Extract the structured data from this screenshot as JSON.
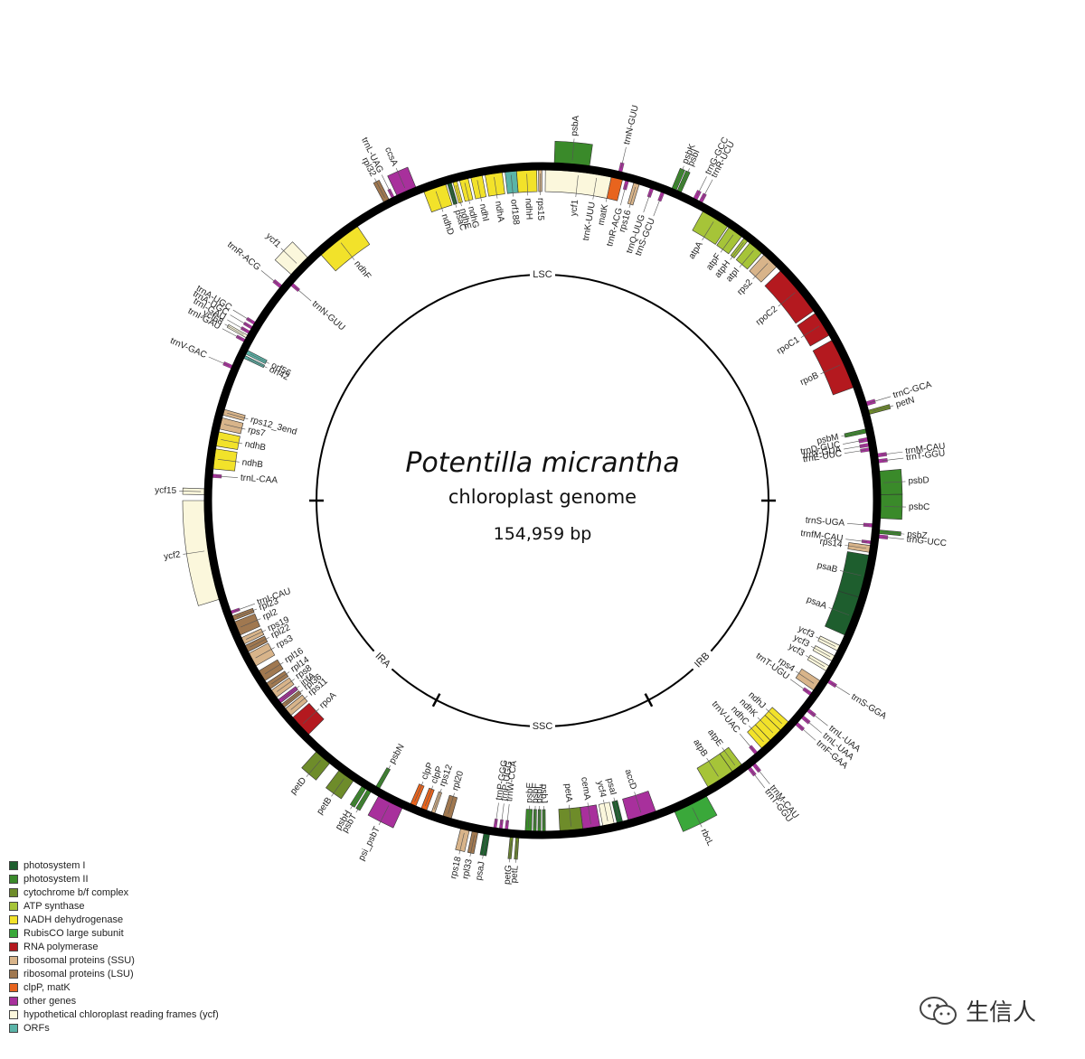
{
  "title": {
    "species": "Potentilla micrantha",
    "subtitle": "chloroplast genome",
    "size": "154,959 bp"
  },
  "regions": [
    {
      "name": "LSC",
      "angle": 0
    },
    {
      "name": "IRB",
      "angle": 135
    },
    {
      "name": "SSC",
      "angle": 180
    },
    {
      "name": "IRA",
      "angle": 225
    }
  ],
  "boundaries": [
    90,
    152,
    208,
    270
  ],
  "colors": {
    "photosystem_I": "#1e5e2e",
    "photosystem_II": "#3a8a2a",
    "cytochrome": "#6e8c2a",
    "atp": "#a6c438",
    "ndh": "#f2e22a",
    "rubisco": "#3aa83a",
    "rnapol": "#b4191f",
    "ssu": "#d8b48a",
    "lsu": "#a07850",
    "clpp": "#e8641e",
    "other": "#a8309c",
    "ycf": "#fbf7dc",
    "orf": "#5ab4a8",
    "trna": "#a8309c"
  },
  "legend": [
    {
      "label": "photosystem I",
      "key": "photosystem_I"
    },
    {
      "label": "photosystem II",
      "key": "photosystem_II"
    },
    {
      "label": "cytochrome b/f complex",
      "key": "cytochrome"
    },
    {
      "label": "ATP synthase",
      "key": "atp"
    },
    {
      "label": "NADH dehydrogenase",
      "key": "ndh"
    },
    {
      "label": "RubisCO large subunit",
      "key": "rubisco"
    },
    {
      "label": "RNA polymerase",
      "key": "rnapol"
    },
    {
      "label": "ribosomal proteins (SSU)",
      "key": "ssu"
    },
    {
      "label": "ribosomal proteins (LSU)",
      "key": "lsu"
    },
    {
      "label": "clpP, matK",
      "key": "clpp"
    },
    {
      "label": "other genes",
      "key": "other"
    },
    {
      "label": "hypothetical chloroplast reading frames (ycf)",
      "key": "ycf"
    },
    {
      "label": "ORFs",
      "key": "orf"
    }
  ],
  "genes": [
    {
      "name": "psbA",
      "start": 2,
      "end": 8,
      "outer": true,
      "key": "photosystem_II"
    },
    {
      "name": "trnK-UUU",
      "start": 9,
      "end": 10,
      "outer": false,
      "key": "trna"
    },
    {
      "name": "matK",
      "start": 10,
      "end": 14,
      "outer": false,
      "key": "clpp"
    },
    {
      "name": "rps16",
      "start": 16,
      "end": 17,
      "outer": false,
      "key": "ssu"
    },
    {
      "name": "trnQ-UUG",
      "start": 19,
      "end": 19.6,
      "outer": false,
      "key": "trna"
    },
    {
      "name": "trnS-GCU",
      "start": 21,
      "end": 21.6,
      "outer": false,
      "key": "trna"
    },
    {
      "name": "psbK",
      "start": 22.5,
      "end": 23.3,
      "outer": true,
      "key": "photosystem_II"
    },
    {
      "name": "psbI",
      "start": 23.5,
      "end": 24.2,
      "outer": true,
      "key": "photosystem_II"
    },
    {
      "name": "trnG-GCC",
      "start": 26.5,
      "end": 27.2,
      "outer": true,
      "key": "trna"
    },
    {
      "name": "trnR-UCU",
      "start": 27.6,
      "end": 28.2,
      "outer": true,
      "key": "trna"
    },
    {
      "name": "atpA",
      "start": 29,
      "end": 34,
      "outer": false,
      "key": "atp"
    },
    {
      "name": "atpF",
      "start": 34.3,
      "end": 37,
      "outer": false,
      "key": "atp"
    },
    {
      "name": "atpH",
      "start": 37.5,
      "end": 38.3,
      "outer": false,
      "key": "atp"
    },
    {
      "name": "atpI",
      "start": 38.8,
      "end": 41.5,
      "outer": false,
      "key": "atp"
    },
    {
      "name": "rps2",
      "start": 42,
      "end": 45,
      "outer": false,
      "key": "ssu"
    },
    {
      "name": "rpoC2",
      "start": 46,
      "end": 55,
      "outer": false,
      "key": "rnapol"
    },
    {
      "name": "rpoC1",
      "start": 55.5,
      "end": 60,
      "outer": false,
      "key": "rnapol"
    },
    {
      "name": "rpoB",
      "start": 61,
      "end": 70,
      "outer": false,
      "key": "rnapol"
    },
    {
      "name": "trnC-GCA",
      "start": 73,
      "end": 73.7,
      "outer": true,
      "key": "trna"
    },
    {
      "name": "petN",
      "start": 74.5,
      "end": 75.2,
      "outer": true,
      "key": "cytochrome"
    },
    {
      "name": "psbM",
      "start": 77.5,
      "end": 78.2,
      "outer": false,
      "key": "photosystem_II"
    },
    {
      "name": "trnD-GUC",
      "start": 79,
      "end": 79.7,
      "outer": false,
      "key": "trna"
    },
    {
      "name": "trnY-GUA",
      "start": 80,
      "end": 80.6,
      "outer": false,
      "key": "trna"
    },
    {
      "name": "trnE-UUC",
      "start": 80.8,
      "end": 81.4,
      "outer": false,
      "key": "trna"
    },
    {
      "name": "trnM-CAU",
      "start": 82,
      "end": 82.6,
      "outer": true,
      "key": "trna"
    },
    {
      "name": "trnT-GGU",
      "start": 83,
      "end": 83.6,
      "outer": true,
      "key": "trna"
    },
    {
      "name": "psbD",
      "start": 85,
      "end": 89,
      "outer": true,
      "key": "photosystem_II"
    },
    {
      "name": "psbC",
      "start": 89,
      "end": 93,
      "outer": true,
      "key": "photosystem_II"
    },
    {
      "name": "trnS-UGA",
      "start": 94,
      "end": 94.6,
      "outer": false,
      "key": "trna"
    },
    {
      "name": "psbZ",
      "start": 95,
      "end": 95.6,
      "outer": true,
      "key": "photosystem_II"
    },
    {
      "name": "trnG-UCC",
      "start": 95.8,
      "end": 96.4,
      "outer": true,
      "key": "trna"
    },
    {
      "name": "trnfM-CAU",
      "start": 97,
      "end": 97.5,
      "outer": false,
      "key": "trna"
    },
    {
      "name": "rps14",
      "start": 97.8,
      "end": 99,
      "outer": false,
      "key": "ssu"
    },
    {
      "name": "psaB",
      "start": 99.5,
      "end": 107,
      "outer": false,
      "key": "photosystem_I"
    },
    {
      "name": "psaA",
      "start": 107,
      "end": 114,
      "outer": false,
      "key": "photosystem_I"
    },
    {
      "name": "ycf3",
      "start": 116,
      "end": 117,
      "outer": false,
      "key": "ycf"
    },
    {
      "name": "ycf3",
      "start": 118,
      "end": 119,
      "outer": false,
      "key": "ycf"
    },
    {
      "name": "ycf3",
      "start": 120,
      "end": 121,
      "outer": false,
      "key": "ycf"
    },
    {
      "name": "trnS-GGA",
      "start": 122,
      "end": 122.6,
      "outer": true,
      "key": "trna"
    },
    {
      "name": "rps4",
      "start": 123,
      "end": 125,
      "outer": false,
      "key": "ssu"
    },
    {
      "name": "trnT-UGU",
      "start": 125.5,
      "end": 126.1,
      "outer": false,
      "key": "trna"
    },
    {
      "name": "trnL-UAA",
      "start": 128,
      "end": 128.6,
      "outer": true,
      "key": "trna"
    },
    {
      "name": "trnL-UAA",
      "start": 129.5,
      "end": 130.1,
      "outer": true,
      "key": "trna"
    },
    {
      "name": "trnF-GAA",
      "start": 131,
      "end": 131.6,
      "outer": true,
      "key": "trna"
    },
    {
      "name": "ndhJ",
      "start": 132,
      "end": 134,
      "outer": false,
      "key": "ndh"
    },
    {
      "name": "ndhK",
      "start": 134,
      "end": 136.5,
      "outer": false,
      "key": "ndh"
    },
    {
      "name": "ndhC",
      "start": 136.5,
      "end": 138.5,
      "outer": false,
      "key": "ndh"
    },
    {
      "name": "trnV-UAC",
      "start": 139.5,
      "end": 140.1,
      "outer": false,
      "key": "trna"
    },
    {
      "name": "trnM-CAU",
      "start": 141,
      "end": 141.6,
      "outer": true,
      "key": "trna"
    },
    {
      "name": "trnT-GGU",
      "start": 142,
      "end": 142.6,
      "outer": true,
      "key": "trna"
    },
    {
      "name": "atpE",
      "start": 143,
      "end": 145,
      "outer": false,
      "key": "atp"
    },
    {
      "name": "atpB",
      "start": 145,
      "end": 150,
      "outer": false,
      "key": "atp"
    },
    {
      "name": "rbcL",
      "start": 151,
      "end": 157,
      "outer": true,
      "key": "rubisco"
    },
    {
      "name": "accD",
      "start": 160,
      "end": 165,
      "outer": false,
      "key": "other"
    },
    {
      "name": "psaI",
      "start": 166,
      "end": 167,
      "outer": false,
      "key": "photosystem_I"
    },
    {
      "name": "ycf4",
      "start": 167.5,
      "end": 169.5,
      "outer": false,
      "key": "ycf"
    },
    {
      "name": "cemA",
      "start": 170,
      "end": 173,
      "outer": false,
      "key": "other"
    },
    {
      "name": "petA",
      "start": 173,
      "end": 177,
      "outer": false,
      "key": "cytochrome"
    },
    {
      "name": "psbJ",
      "start": 179.5,
      "end": 180,
      "outer": false,
      "key": "photosystem_II"
    },
    {
      "name": "psbL",
      "start": 180.3,
      "end": 180.8,
      "outer": false,
      "key": "photosystem_II"
    },
    {
      "name": "psbF",
      "start": 181.1,
      "end": 181.6,
      "outer": false,
      "key": "photosystem_II"
    },
    {
      "name": "psbE",
      "start": 181.9,
      "end": 183,
      "outer": false,
      "key": "photosystem_II"
    },
    {
      "name": "petL",
      "start": 184,
      "end": 184.5,
      "outer": true,
      "key": "cytochrome"
    },
    {
      "name": "petG",
      "start": 185,
      "end": 185.5,
      "outer": true,
      "key": "cytochrome"
    },
    {
      "name": "trnW-CCA",
      "start": 186,
      "end": 186.5,
      "outer": false,
      "key": "trna"
    },
    {
      "name": "trnP-UGG",
      "start": 187,
      "end": 187.5,
      "outer": false,
      "key": "trna"
    },
    {
      "name": "trnP-GGG",
      "start": 188,
      "end": 188.5,
      "outer": false,
      "key": "trna"
    },
    {
      "name": "psaJ",
      "start": 189,
      "end": 190,
      "outer": true,
      "key": "photosystem_I"
    },
    {
      "name": "rpl33",
      "start": 191,
      "end": 192,
      "outer": true,
      "key": "lsu"
    },
    {
      "name": "rps18",
      "start": 192.5,
      "end": 194,
      "outer": true,
      "key": "ssu"
    },
    {
      "name": "rpl20",
      "start": 196,
      "end": 197.5,
      "outer": false,
      "key": "lsu"
    },
    {
      "name": "rps12",
      "start": 199,
      "end": 199.6,
      "outer": false,
      "key": "ssu"
    },
    {
      "name": "clpP",
      "start": 200.5,
      "end": 201.5,
      "outer": false,
      "key": "clpp"
    },
    {
      "name": "clpP",
      "start": 202.5,
      "end": 203.5,
      "outer": false,
      "key": "clpp"
    },
    {
      "name": "psi_psbT",
      "start": 204.5,
      "end": 209,
      "outer": true,
      "key": "other"
    },
    {
      "name": "psbN",
      "start": 209.5,
      "end": 210.2,
      "outer": false,
      "key": "photosystem_II"
    },
    {
      "name": "psbT",
      "start": 210.5,
      "end": 211.2,
      "outer": true,
      "key": "photosystem_II"
    },
    {
      "name": "psbH",
      "start": 211.5,
      "end": 212.3,
      "outer": true,
      "key": "photosystem_II"
    },
    {
      "name": "petB",
      "start": 214,
      "end": 217,
      "outer": true,
      "key": "cytochrome"
    },
    {
      "name": "petD",
      "start": 219,
      "end": 222,
      "outer": true,
      "key": "cytochrome"
    },
    {
      "name": "rpoA",
      "start": 225,
      "end": 229,
      "outer": false,
      "key": "rnapol"
    },
    {
      "name": "rps11",
      "start": 229.5,
      "end": 231,
      "outer": false,
      "key": "ssu"
    },
    {
      "name": "rpl36",
      "start": 231.3,
      "end": 232,
      "outer": false,
      "key": "lsu"
    },
    {
      "name": "infA",
      "start": 232.3,
      "end": 233,
      "outer": false,
      "key": "other"
    },
    {
      "name": "rps8",
      "start": 233.5,
      "end": 235,
      "outer": false,
      "key": "ssu"
    },
    {
      "name": "rpl14",
      "start": 235.3,
      "end": 236.5,
      "outer": false,
      "key": "lsu"
    },
    {
      "name": "rpl16",
      "start": 237,
      "end": 239,
      "outer": false,
      "key": "lsu"
    },
    {
      "name": "rps3",
      "start": 240,
      "end": 242.5,
      "outer": false,
      "key": "ssu"
    },
    {
      "name": "rpl22",
      "start": 242.8,
      "end": 244,
      "outer": false,
      "key": "lsu"
    },
    {
      "name": "rps19",
      "start": 244.3,
      "end": 245.5,
      "outer": false,
      "key": "ssu"
    },
    {
      "name": "rpl2",
      "start": 246,
      "end": 248.5,
      "outer": false,
      "key": "lsu"
    },
    {
      "name": "rpl23",
      "start": 248.8,
      "end": 249.6,
      "outer": false,
      "key": "lsu"
    },
    {
      "name": "trnI-CAU",
      "start": 250,
      "end": 250.5,
      "outer": false,
      "key": "trna"
    },
    {
      "name": "ycf2",
      "start": 253,
      "end": 270,
      "outer": true,
      "key": "ycf"
    },
    {
      "name": "ycf15",
      "start": 271,
      "end": 272,
      "outer": true,
      "key": "ycf"
    },
    {
      "name": "trnL-CAA",
      "start": 274,
      "end": 274.6,
      "outer": false,
      "key": "trna"
    },
    {
      "name": "ndhB",
      "start": 275.5,
      "end": 279,
      "outer": false,
      "key": "ndh"
    },
    {
      "name": "ndhB",
      "start": 279.5,
      "end": 282,
      "outer": false,
      "key": "ndh"
    },
    {
      "name": "rps7",
      "start": 282.5,
      "end": 284.5,
      "outer": false,
      "key": "ssu"
    },
    {
      "name": "rps12_3end",
      "start": 285,
      "end": 286,
      "outer": false,
      "key": "ssu"
    },
    {
      "name": "trnV-GAC",
      "start": 293,
      "end": 293.6,
      "outer": true,
      "key": "trna"
    },
    {
      "name": "orf42",
      "start": 295.5,
      "end": 296,
      "outer": false,
      "key": "orf"
    },
    {
      "name": "orf56",
      "start": 296.3,
      "end": 297,
      "outer": false,
      "key": "orf"
    },
    {
      "name": "trnI-GAU",
      "start": 298,
      "end": 298.5,
      "outer": true,
      "key": "trna"
    },
    {
      "name": "ycf68",
      "start": 298.8,
      "end": 299.3,
      "outer": true,
      "key": "ycf"
    },
    {
      "name": "trnI-GAU",
      "start": 299.6,
      "end": 300.1,
      "outer": true,
      "key": "trna"
    },
    {
      "name": "trnA-UGC",
      "start": 300.5,
      "end": 301,
      "outer": true,
      "key": "trna"
    },
    {
      "name": "trnA-UGC",
      "start": 301.4,
      "end": 301.9,
      "outer": true,
      "key": "trna"
    },
    {
      "name": "trnR-ACG",
      "start": 309,
      "end": 309.6,
      "outer": true,
      "key": "trna"
    },
    {
      "name": "trnN-GUU",
      "start": 310.5,
      "end": 311.1,
      "outer": false,
      "key": "trna"
    },
    {
      "name": "ycf1",
      "start": 312,
      "end": 316,
      "outer": true,
      "key": "ycf"
    },
    {
      "name": "ndhF",
      "start": 318,
      "end": 326,
      "outer": false,
      "key": "ndh"
    },
    {
      "name": "rpl32",
      "start": 332,
      "end": 333,
      "outer": true,
      "key": "lsu"
    },
    {
      "name": "trnL-UAG",
      "start": 333.5,
      "end": 334,
      "outer": true,
      "key": "trna"
    },
    {
      "name": "ccsA",
      "start": 334.5,
      "end": 338,
      "outer": true,
      "key": "other"
    },
    {
      "name": "ndhD",
      "start": 339,
      "end": 343,
      "outer": false,
      "key": "ndh"
    },
    {
      "name": "psaC",
      "start": 343.3,
      "end": 344,
      "outer": false,
      "key": "photosystem_I"
    },
    {
      "name": "ndhE",
      "start": 344.3,
      "end": 345,
      "outer": false,
      "key": "ndh"
    },
    {
      "name": "ndhG",
      "start": 345.5,
      "end": 347,
      "outer": false,
      "key": "ndh"
    },
    {
      "name": "ndhI",
      "start": 347.5,
      "end": 349.5,
      "outer": false,
      "key": "ndh"
    },
    {
      "name": "ndhA",
      "start": 350,
      "end": 353,
      "outer": false,
      "key": "ndh"
    },
    {
      "name": "orf188",
      "start": 353.5,
      "end": 355.5,
      "outer": false,
      "key": "orf"
    },
    {
      "name": "ndhH",
      "start": 355.5,
      "end": 359,
      "outer": false,
      "key": "ndh"
    },
    {
      "name": "rps15",
      "start": 359.3,
      "end": 359.9,
      "outer": false,
      "key": "ssu"
    }
  ],
  "trailing_genes": [
    {
      "name": "ycf1",
      "start": 0.5,
      "end": 12,
      "outer": false,
      "key": "ycf"
    },
    {
      "name": "trnN-GUU",
      "start": 13,
      "end": 13.6,
      "outer": true,
      "key": "trna"
    },
    {
      "name": "trnR-ACG",
      "start": 14.5,
      "end": 15.1,
      "outer": false,
      "key": "trna"
    }
  ]
}
